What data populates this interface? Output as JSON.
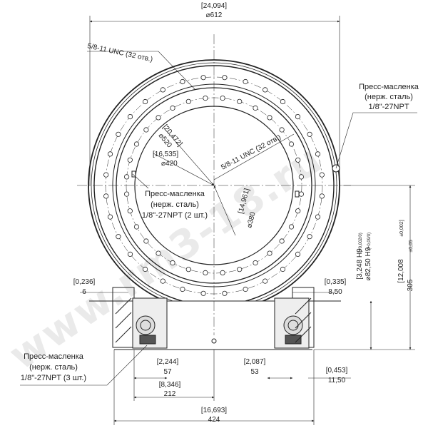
{
  "dims": {
    "outer_dia_in": "[24,094]",
    "outer_dia_mm": "⌀612",
    "bolt_outer": "5/8-11 UNC (32 отв.)",
    "bolt_inner": "5/8-11 UNC (32 отв.)",
    "pc520_in": "[20,472]",
    "pc520_mm": "⌀520",
    "pc420_in": "[16,535]",
    "pc420_mm": "⌀420",
    "bore_in": "[14,961]",
    "bore_mm": "⌀380",
    "h_total_in": "[12,008",
    "h_total_mm": "305",
    "h_total_tol": "±0,05",
    "h_total_tol_in": "±0,002]",
    "pilot_in": "[3,248 H9",
    "pilot_in_tol": "(+0,002/0)",
    "pilot_mm": "⌀82,50 H9",
    "pilot_mm_tol": "(+0,09/0)",
    "d0236_in": "[0,236]",
    "d0236_mm": "6",
    "d0335_in": "[0,335]",
    "d0335_mm": "8,50",
    "d2244_in": "[2,244]",
    "d2244_mm": "57",
    "d2087_in": "[2,087]",
    "d2087_mm": "53",
    "d0453_in": "[0,453]",
    "d0453_mm": "11,50",
    "d8346_in": "[8,346]",
    "d8346_mm": "212",
    "d16693_in": "[16,693]",
    "d16693_mm": "424"
  },
  "callouts": {
    "right": [
      "Пресс-масленка",
      "(нерж. сталь)",
      "1/8\"-27NPT"
    ],
    "center": [
      "Пресс-масленка",
      "(нерж. сталь)",
      "1/8\"-27NPT (2 шт.)"
    ],
    "left": [
      "Пресс-масленка",
      "(нерж. сталь)",
      "1/8\"-27NPT (3 шт.)"
    ]
  },
  "watermark": "www.rm3-18.ru"
}
